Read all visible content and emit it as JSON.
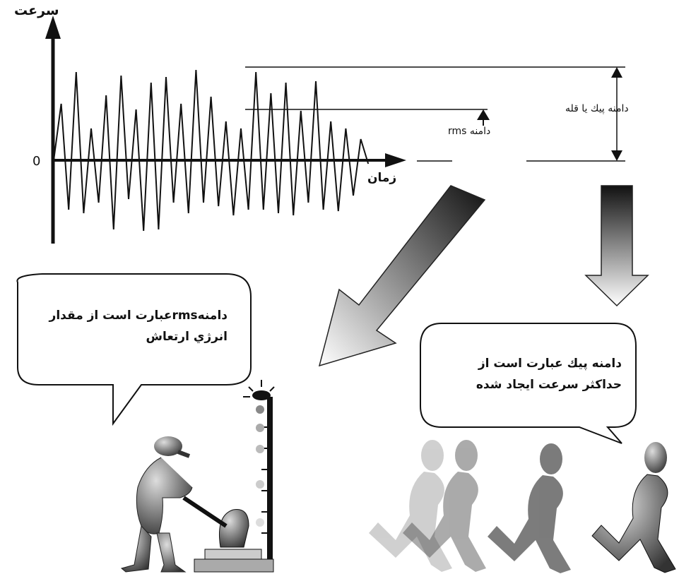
{
  "diagram": {
    "axis_y_label": "سرعت",
    "axis_x_label": "زمان",
    "zero_label": "0",
    "rms_label": "دامنه rms",
    "peak_label": "دامنه پيك يا قله"
  },
  "bubbles": {
    "left_line1": "دامنهrmsعبارت است از مقدار",
    "left_line2": "انرژي ارتعاش",
    "right_line1": "دامنه پيك عبارت است از",
    "right_line2": "حداكثر سرعت ايجاد شده"
  },
  "colors": {
    "ink": "#111111",
    "arrow_dark": "#1a1a1a",
    "arrow_light": "#ffffff",
    "figure_gray": "#555555"
  }
}
